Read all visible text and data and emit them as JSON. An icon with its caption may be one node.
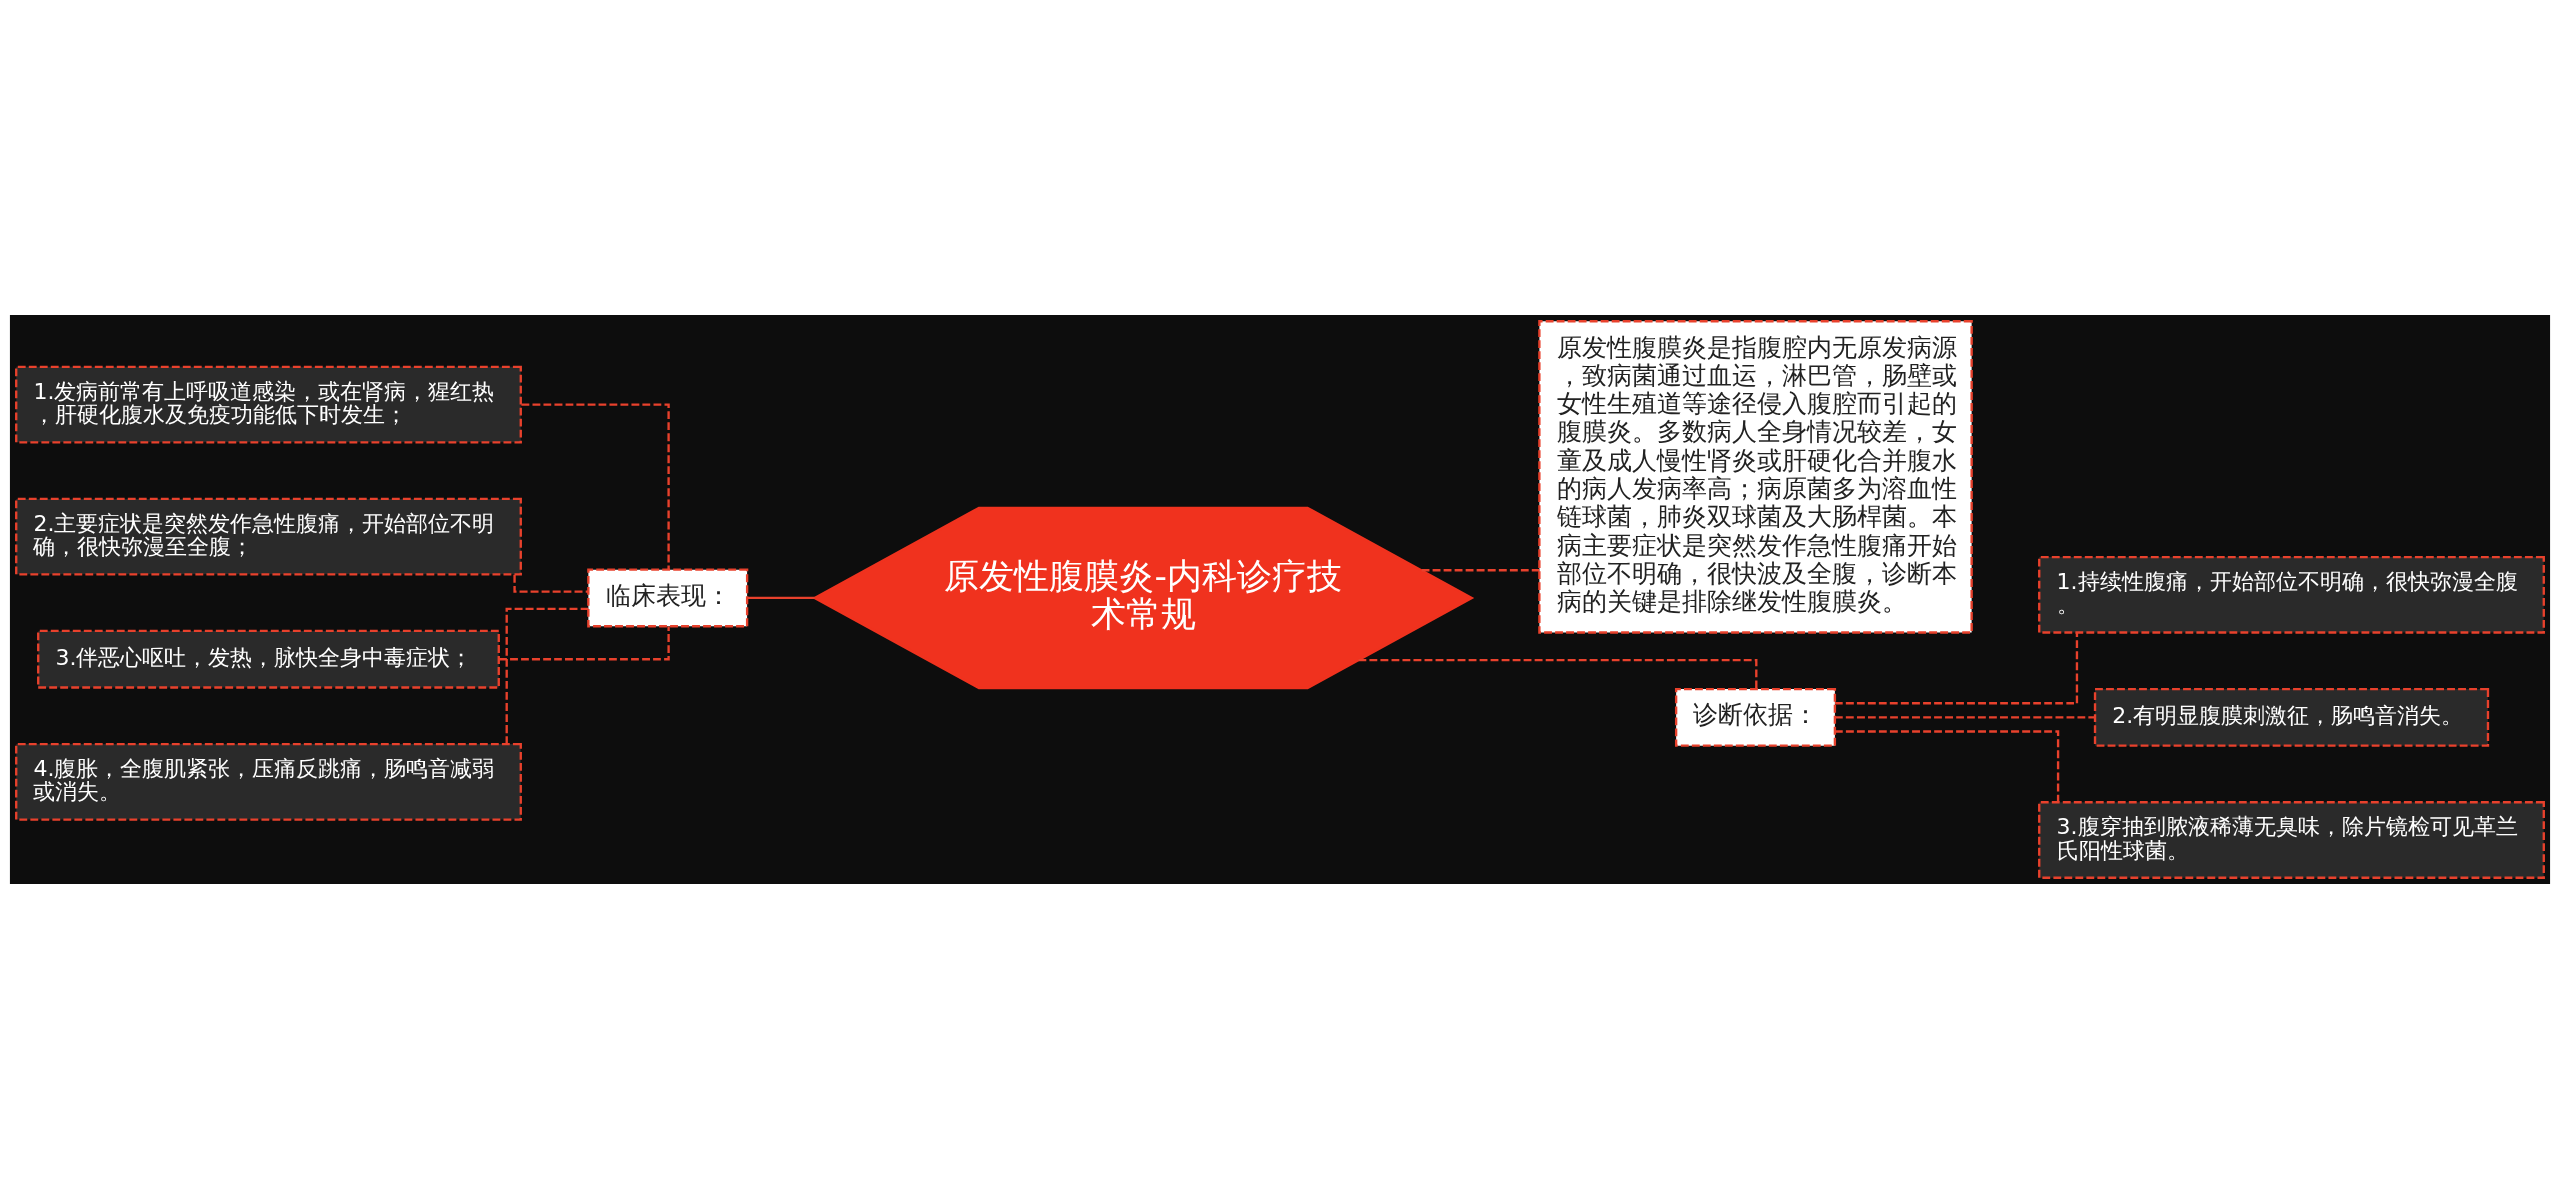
{
  "diagram": {
    "nodes": [
      {
        "text": [
          "原发性腹膜炎-内科诊疗技术常规"
        ]
      },
      {
        "text": [
          "临床表现："
        ]
      },
      {
        "text": [
          "1.发病前常有上呼吸道感染，或在肾病，猩红热，肝硬化腹水及免疫功能低下时发生；"
        ]
      },
      {
        "text": [
          "2.主要症状是突然发作急性腹痛，开始部位不明确，很快弥漫至全腹；"
        ]
      },
      {
        "text": [
          "3.伴恶心呕吐，发热，脉快全身中毒症状；"
        ]
      },
      {
        "text": [
          "4.腹胀，全腹肌紧张，压痛反跳痛，肠鸣音减弱或消失。"
        ]
      },
      {
        "text": [
          "原发性腹膜炎是指腹腔内无原发病源，致病菌通过血运，淋巴管，肠壁或女性生殖道等途径侵入腹腔而引起的腹膜炎。多数病人全身情况较差，女童及成人慢性肾炎或肝硬化合并腹水的病人发病率高；病原菌多为溶血性链球菌，肺炎双球菌及大肠桿菌。本病主要症状是突然发作急性腹痛开始部位不明确，很快波及全腹，诊断本病的关键是排除继发性腹膜炎。"
        ]
      },
      {
        "text": [
          "诊断依据："
        ]
      },
      {
        "text": [
          "1.持续性腹痛，开始部位不明确，很快弥漫全腹。"
        ]
      },
      {
        "text": [
          "2.有明显腹膜刺激征，肠鸣音消失。"
        ]
      },
      {
        "text": [
          "3.腹穿抽到脓液稀薄无臭味，除片镜检可见革兰氏阳性球菌。"
        ]
      }
    ],
    "edges": [
      {
        "from": 0,
        "to": 1,
        "arrow": "none"
      },
      {
        "from": 1,
        "to": 2,
        "arrow": "none",
        "style": "dashed"
      },
      {
        "from": 1,
        "to": 3,
        "arrow": "none",
        "style": "dashed"
      },
      {
        "from": 1,
        "to": 4,
        "arrow": "none",
        "style": "dashed"
      },
      {
        "from": 1,
        "to": 5,
        "arrow": "none",
        "style": "dashed"
      },
      {
        "from": 0,
        "to": 6,
        "arrow": "none",
        "style": "dashed"
      },
      {
        "from": 0,
        "to": 7,
        "arrow": "none",
        "style": "dashed"
      },
      {
        "from": 7,
        "to": 8,
        "arrow": "none",
        "style": "dashed"
      },
      {
        "from": 7,
        "to": 9,
        "arrow": "none",
        "style": "dashed"
      },
      {
        "from": 7,
        "to": 10,
        "arrow": "none",
        "style": "dashed"
      }
    ]
  }
}
